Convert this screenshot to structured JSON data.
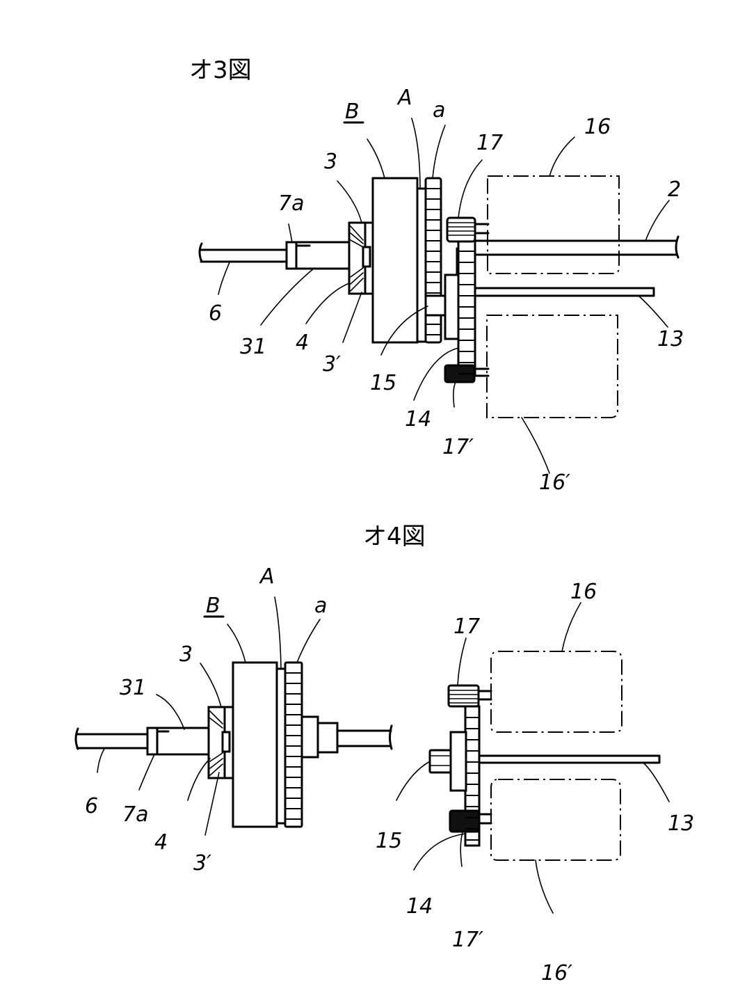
{
  "figures": [
    {
      "id": "fig3",
      "title": "オ3図",
      "title_parts": {
        "prefix": "オ",
        "number": "3",
        "suffix": "図"
      },
      "labels": {
        "B": "B",
        "A": "A",
        "a": "a",
        "n3": "3",
        "n7a": "7a",
        "n17": "17",
        "n16": "16",
        "n2": "2",
        "n6": "6",
        "n31": "31",
        "n4": "4",
        "n3p": "3′",
        "n15": "15",
        "n13": "13",
        "n14": "14",
        "n17p": "17′",
        "n16p": "16′"
      }
    },
    {
      "id": "fig4",
      "title": "オ4図",
      "title_parts": {
        "prefix": "オ",
        "number": "4",
        "suffix": "図"
      },
      "labels": {
        "A": "A",
        "B": "B",
        "a": "a",
        "n3": "3",
        "n31": "31",
        "n16": "16",
        "n17": "17",
        "n6": "6",
        "n7a": "7a",
        "n4": "4",
        "n3p": "3′",
        "n15": "15",
        "n13": "13",
        "n14": "14",
        "n17p": "17′",
        "n16p": "16′"
      }
    }
  ]
}
